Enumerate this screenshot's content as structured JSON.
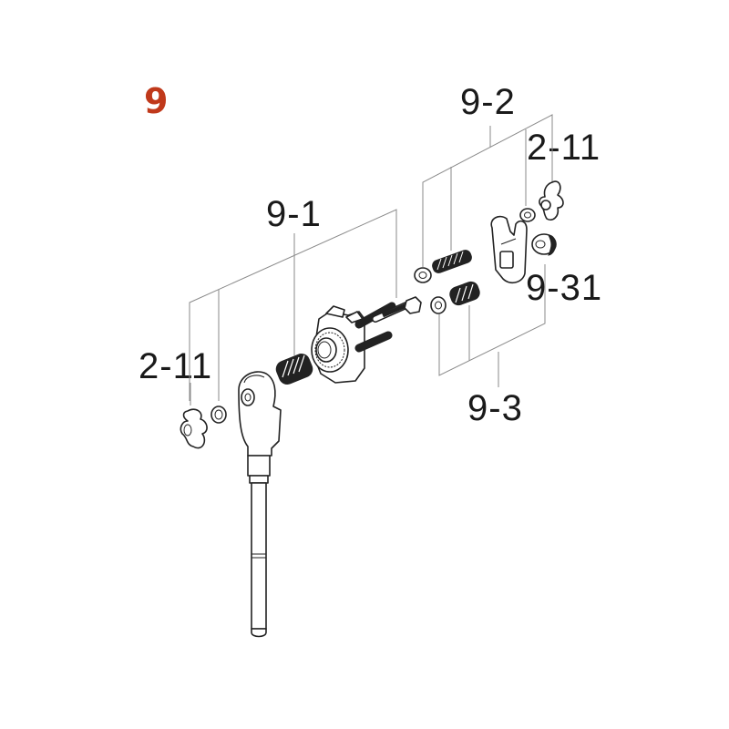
{
  "figure": {
    "number": "9",
    "number_color": "#c0391b"
  },
  "callouts": {
    "top_group": "9-2",
    "top_knob": "2-11",
    "middle_group": "9-1",
    "left_knob": "2-11",
    "cam": "9-31",
    "bottom_group": "9-3"
  },
  "colors": {
    "line": "#222222",
    "leader": "#8a8a8a",
    "background": "#ffffff"
  }
}
